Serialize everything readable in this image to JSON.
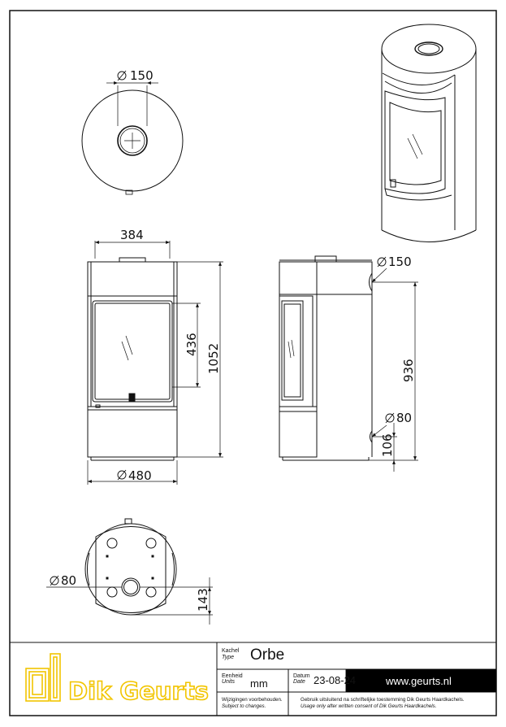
{
  "drawing": {
    "top_view_diameter": "150",
    "front_width": "384",
    "front_glass_height": "436",
    "front_total_height": "1052",
    "front_base_diameter": "480",
    "side_flue_diameter": "150",
    "side_flue_height": "936",
    "side_air_diameter": "80",
    "side_air_height": "106",
    "bottom_air_diameter": "80",
    "bottom_offset": "143"
  },
  "title_block": {
    "brand": "Dik Geurts",
    "type_label_nl": "Kachel",
    "type_label_en": "Type",
    "type_value": "Orbe",
    "unit_label_nl": "Eenheid",
    "unit_label_en": "Units",
    "unit_value": "mm",
    "date_label_nl": "Datum",
    "date_label_en": "Date",
    "date_value": "23-08-24",
    "website": "www.geurts.nl",
    "changes_nl": "Wijzigingen voorbehouden.",
    "changes_en": "Subject to changes.",
    "consent_nl": "Gebruik uitsluitend na schriftelijke toestemming Dik Geurts Haardkachels.",
    "consent_en": "Usage only after written consent of Dik Geurts Haardkachels."
  },
  "colors": {
    "ink": "#111111",
    "logo": "#f2c500",
    "web_band": "#000000"
  }
}
